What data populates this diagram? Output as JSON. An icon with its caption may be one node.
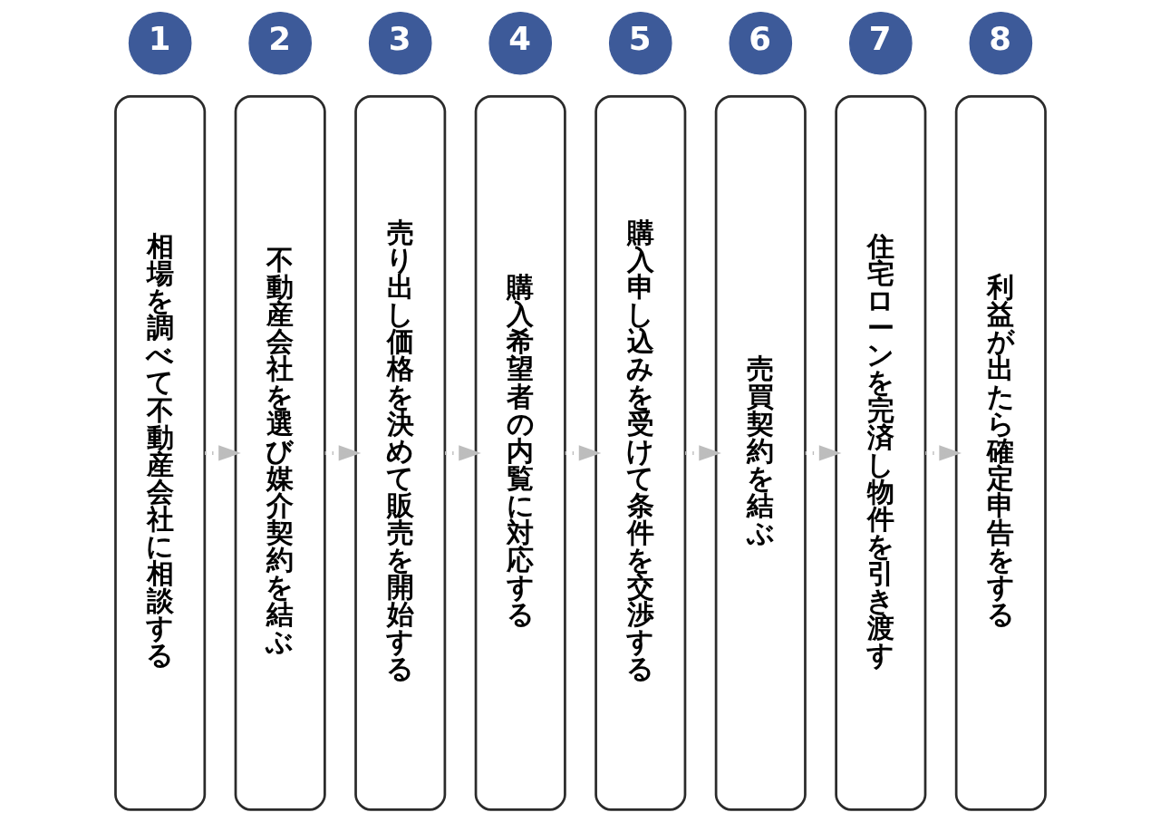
{
  "diagram": {
    "nodes": [
      {
        "text": [
          "1"
        ]
      },
      {
        "text": [
          "相場を調べて不動産会社に相談する"
        ]
      },
      {
        "text": [
          "2"
        ]
      },
      {
        "text": [
          "不動産会社を選び媒介契約を結ぶ"
        ]
      },
      {
        "text": [
          "3"
        ]
      },
      {
        "text": [
          "売り出し価格を決めて販売を開始する"
        ]
      },
      {
        "text": [
          "4"
        ]
      },
      {
        "text": [
          "購入希望者の内覧に対応する"
        ]
      },
      {
        "text": [
          "5"
        ]
      },
      {
        "text": [
          "購入申し込みを受けて条件を交渉する"
        ]
      },
      {
        "text": [
          "6"
        ]
      },
      {
        "text": [
          "売買契約を結ぶ"
        ]
      },
      {
        "text": [
          "7"
        ]
      },
      {
        "text": [
          "住宅ローンを完済し物件を引き渡す"
        ]
      },
      {
        "text": [
          "8"
        ]
      },
      {
        "text": [
          "利益が出たら確定申告をする"
        ]
      }
    ],
    "edges": [
      {
        "from": 1,
        "to": 3,
        "arrow": "to",
        "style": "dashed"
      },
      {
        "from": 3,
        "to": 5,
        "arrow": "to",
        "style": "dashed"
      },
      {
        "from": 5,
        "to": 7,
        "arrow": "to",
        "style": "dashed"
      },
      {
        "from": 7,
        "to": 9,
        "arrow": "to",
        "style": "dashed"
      },
      {
        "from": 9,
        "to": 11,
        "arrow": "to",
        "style": "dashed"
      },
      {
        "from": 11,
        "to": 13,
        "arrow": "to",
        "style": "dashed"
      },
      {
        "from": 13,
        "to": 15,
        "arrow": "to",
        "style": "dashed"
      }
    ]
  }
}
